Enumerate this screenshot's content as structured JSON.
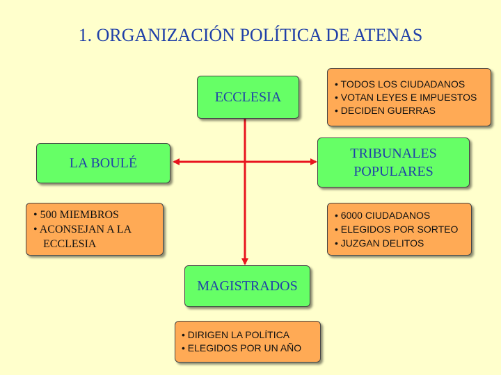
{
  "title": "1. ORGANIZACIÓN POLÍTICA DE ATENAS",
  "nodes": {
    "ecclesia": "ECCLESIA",
    "boule": "LA BOULÉ",
    "tribunales_line1": "TRIBUNALES",
    "tribunales_line2": "POPULARES",
    "magistrados": "MAGISTRADOS"
  },
  "notes": {
    "ecclesia": [
      "• TODOS LOS CIUDADANOS",
      "• VOTAN LEYES E IMPUESTOS",
      "• DECIDEN GUERRAS"
    ],
    "boule": [
      "• 500 MIEMBROS",
      "• ACONSEJAN A LA",
      "ECCLESIA"
    ],
    "tribunales": [
      "• 6000 CIUDADANOS",
      "• ELEGIDOS POR SORTEO",
      "• JUZGAN DELITOS"
    ],
    "magistrados": [
      "• DIRIGEN LA POLÍTICA",
      "• ELEGIDOS POR UN AÑO"
    ]
  },
  "colors": {
    "node_fill": "#66ff66",
    "note_fill": "#ffaa55",
    "arrow": "#e8141e",
    "title": "#1f3fa8",
    "background": "#ffffcc"
  }
}
